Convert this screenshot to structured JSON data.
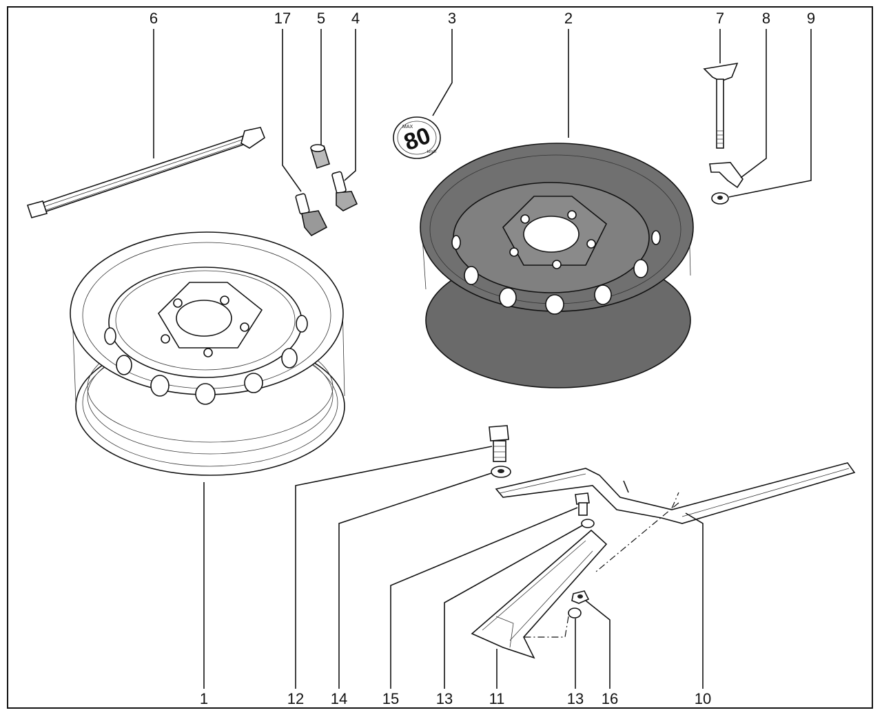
{
  "callouts": [
    {
      "id": "1",
      "label": "1"
    },
    {
      "id": "2",
      "label": "2"
    },
    {
      "id": "3",
      "label": "3"
    },
    {
      "id": "4",
      "label": "4"
    },
    {
      "id": "5",
      "label": "5"
    },
    {
      "id": "6",
      "label": "6"
    },
    {
      "id": "7",
      "label": "7"
    },
    {
      "id": "8",
      "label": "8"
    },
    {
      "id": "9",
      "label": "9"
    },
    {
      "id": "10",
      "label": "10"
    },
    {
      "id": "11",
      "label": "11"
    },
    {
      "id": "12",
      "label": "12"
    },
    {
      "id": "13a",
      "label": "13"
    },
    {
      "id": "13b",
      "label": "13"
    },
    {
      "id": "14",
      "label": "14"
    },
    {
      "id": "15",
      "label": "15"
    },
    {
      "id": "16",
      "label": "16"
    },
    {
      "id": "17",
      "label": "17"
    }
  ],
  "decal": {
    "max": "MAX",
    "speed": "80",
    "unit": "km/h"
  }
}
